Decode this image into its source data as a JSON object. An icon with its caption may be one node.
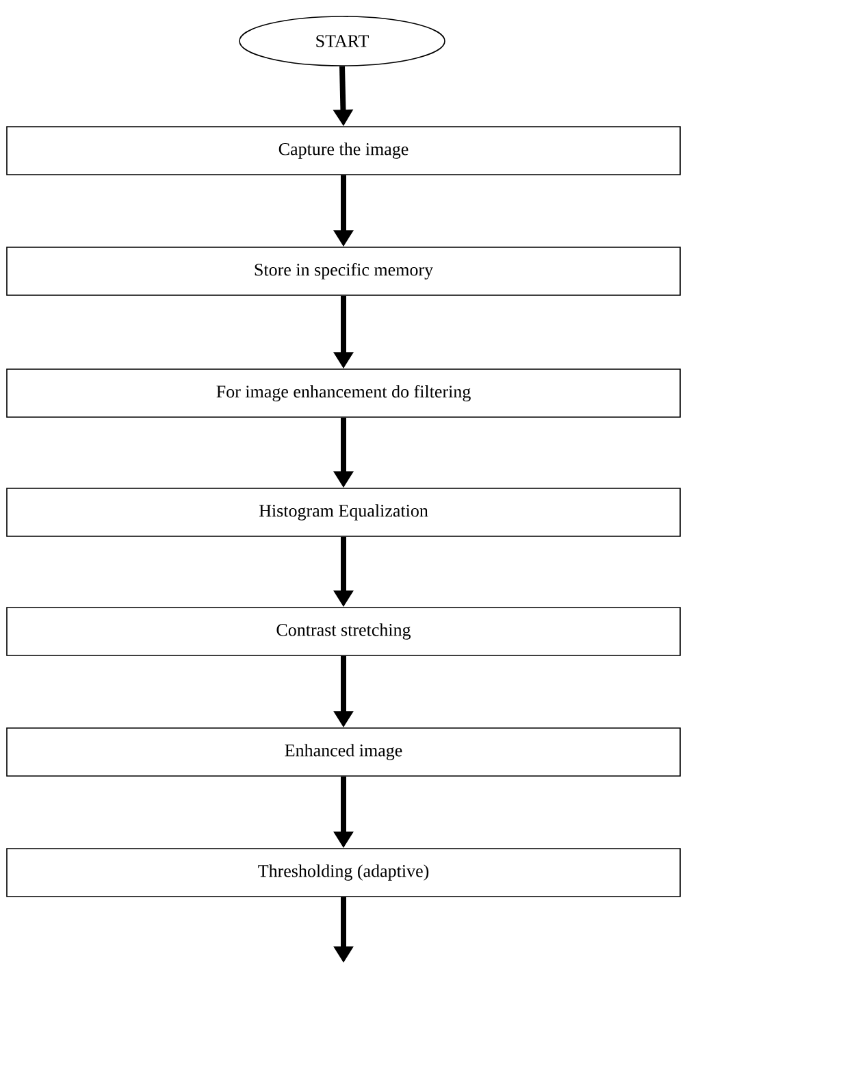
{
  "diagram": {
    "nodes": [
      {
        "text": [
          "START"
        ]
      },
      {
        "text": [
          "Capture the image"
        ]
      },
      {
        "text": [
          "Store in specific memory"
        ]
      },
      {
        "text": [
          "For image enhancement do filtering"
        ]
      },
      {
        "text": [
          "Histogram Equalization"
        ]
      },
      {
        "text": [
          "Contrast stretching"
        ]
      },
      {
        "text": [
          "Enhanced image"
        ]
      },
      {
        "text": [
          "Thresholding (adaptive)"
        ]
      }
    ],
    "edges": [
      {
        "from": 0,
        "to": 1,
        "arrow": "to"
      },
      {
        "from": 1,
        "to": 2,
        "arrow": "to"
      },
      {
        "from": 2,
        "to": 3,
        "arrow": "to"
      },
      {
        "from": 3,
        "to": 4,
        "arrow": "to"
      },
      {
        "from": 4,
        "to": 5,
        "arrow": "to"
      },
      {
        "from": 5,
        "to": 6,
        "arrow": "to"
      },
      {
        "from": 6,
        "to": 7,
        "arrow": "to"
      },
      {
        "from": 7,
        "to": null,
        "arrow": "to"
      }
    ]
  }
}
